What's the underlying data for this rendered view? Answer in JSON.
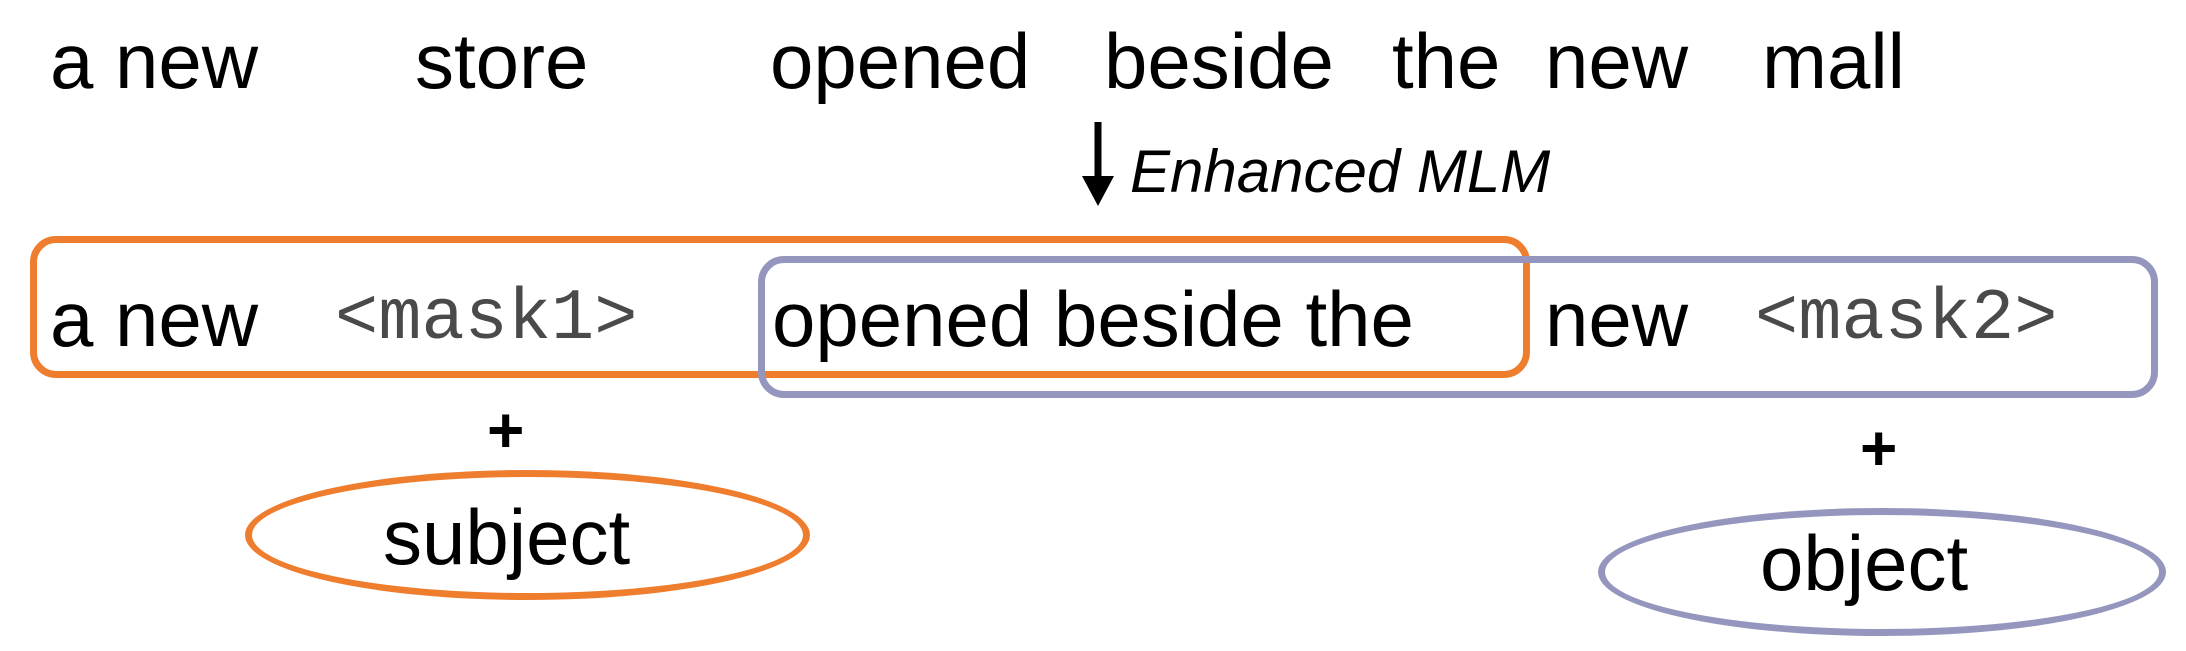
{
  "colors": {
    "subject_accent": "#ee7d2e",
    "object_accent": "#9596bd",
    "text": "#000000",
    "mask_text": "#4a4a4a"
  },
  "original_sentence": {
    "words": [
      "a new",
      "store",
      "opened",
      "beside",
      "the",
      "new",
      "mall"
    ]
  },
  "transform": {
    "label": "Enhanced MLM",
    "icon": "down-arrow-icon"
  },
  "masked_sentence": {
    "prefix": "a new",
    "mask1": "<mask1>",
    "middle": "opened beside the",
    "between": "new",
    "mask2": "<mask2>"
  },
  "targets": {
    "plus": "+",
    "subject": "subject",
    "object": "object"
  }
}
